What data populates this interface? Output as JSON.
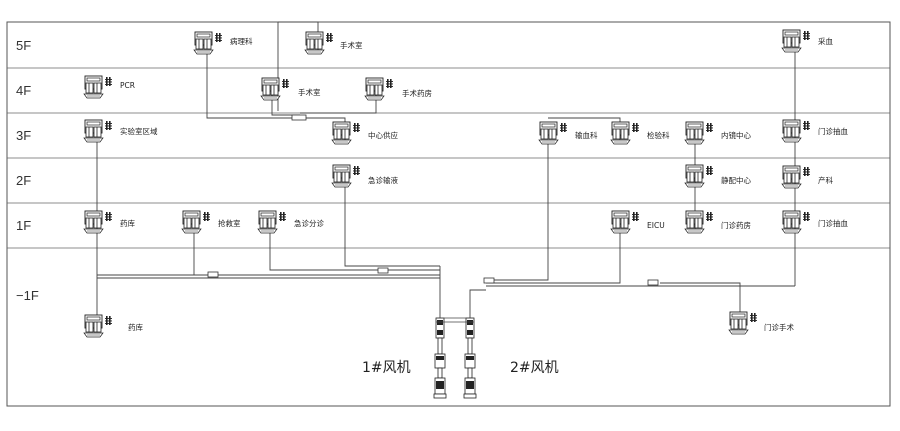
{
  "floors": [
    {
      "label": "5F"
    },
    {
      "label": "4F"
    },
    {
      "label": "3F"
    },
    {
      "label": "2F"
    },
    {
      "label": "1F"
    },
    {
      "label": "−1F"
    }
  ],
  "stations": [
    {
      "label": "病理科"
    },
    {
      "label": "手术室"
    },
    {
      "label": "采血"
    },
    {
      "label": "PCR"
    },
    {
      "label": "手术室"
    },
    {
      "label": "手术药房"
    },
    {
      "label": "实验室区域"
    },
    {
      "label": "中心供应"
    },
    {
      "label": "输血科"
    },
    {
      "label": "检验科"
    },
    {
      "label": "内镜中心"
    },
    {
      "label": "门诊抽血"
    },
    {
      "label": "急诊输液"
    },
    {
      "label": "静配中心"
    },
    {
      "label": "产科"
    },
    {
      "label": "药库"
    },
    {
      "label": "抢救室"
    },
    {
      "label": "急诊分诊"
    },
    {
      "label": "EICU"
    },
    {
      "label": "门诊药房"
    },
    {
      "label": "门诊抽血"
    },
    {
      "label": "药库"
    },
    {
      "label": "门诊手术"
    }
  ],
  "fans": [
    {
      "label": "1#风机"
    },
    {
      "label": "2#风机"
    }
  ]
}
